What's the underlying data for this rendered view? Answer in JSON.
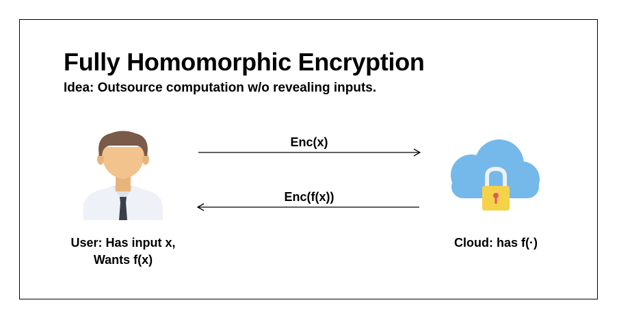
{
  "diagram": {
    "title": "Fully Homomorphic Encryption",
    "subtitle": "Idea: Outsource computation w/o revealing inputs.",
    "arrows": [
      {
        "label": "Enc(x)",
        "direction": "right"
      },
      {
        "label": "Enc(f(x))",
        "direction": "left"
      }
    ],
    "user": {
      "icon": "user-avatar-icon",
      "caption_line1": "User: Has input x,",
      "caption_line2": "Wants f(x)"
    },
    "cloud": {
      "icon": "cloud-lock-icon",
      "caption": "Cloud: has f(·)"
    },
    "colors": {
      "skin": "#F2C38C",
      "hair": "#7A5A48",
      "shirt": "#EEF1F7",
      "tie": "#3A3F4B",
      "cloud": "#74B9E9",
      "lock_body": "#F5D24A",
      "lock_shackle": "#EFF1F4"
    }
  }
}
